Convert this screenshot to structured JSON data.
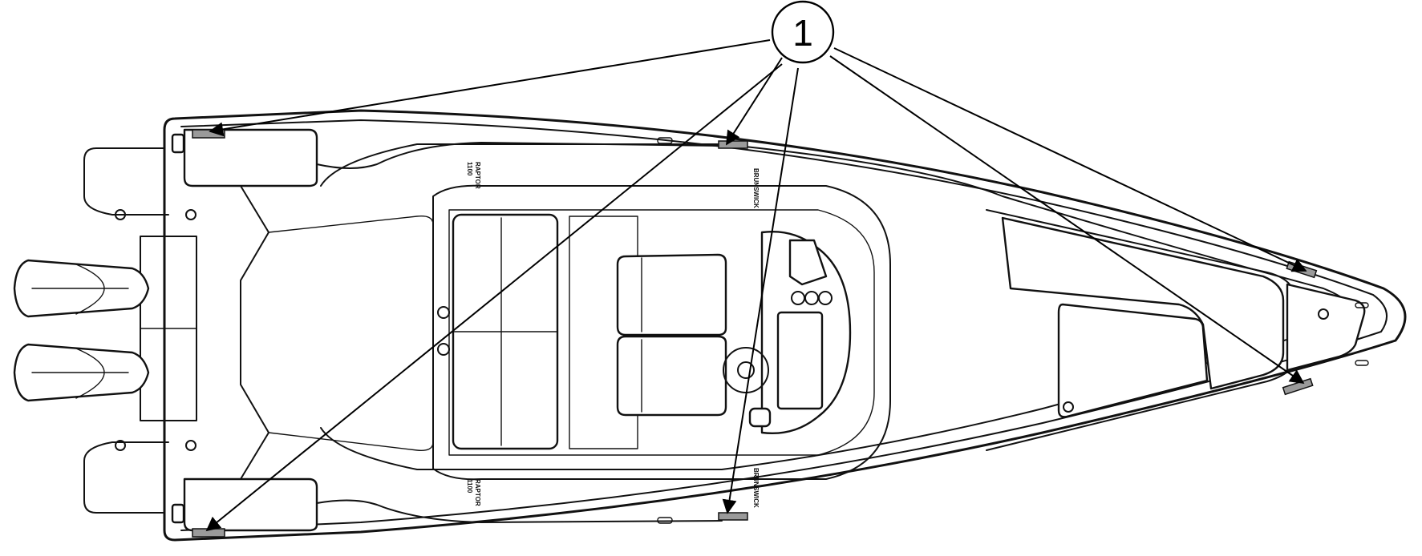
{
  "callout": {
    "number": "1"
  },
  "hull_lettering": {
    "model_text": "1100",
    "model_subtext": "RAPTOR",
    "brand_text": "BRUNSWICK"
  },
  "colors": {
    "line": "#111111",
    "background": "#ffffff",
    "grip_pad": "#9a9a9a"
  }
}
